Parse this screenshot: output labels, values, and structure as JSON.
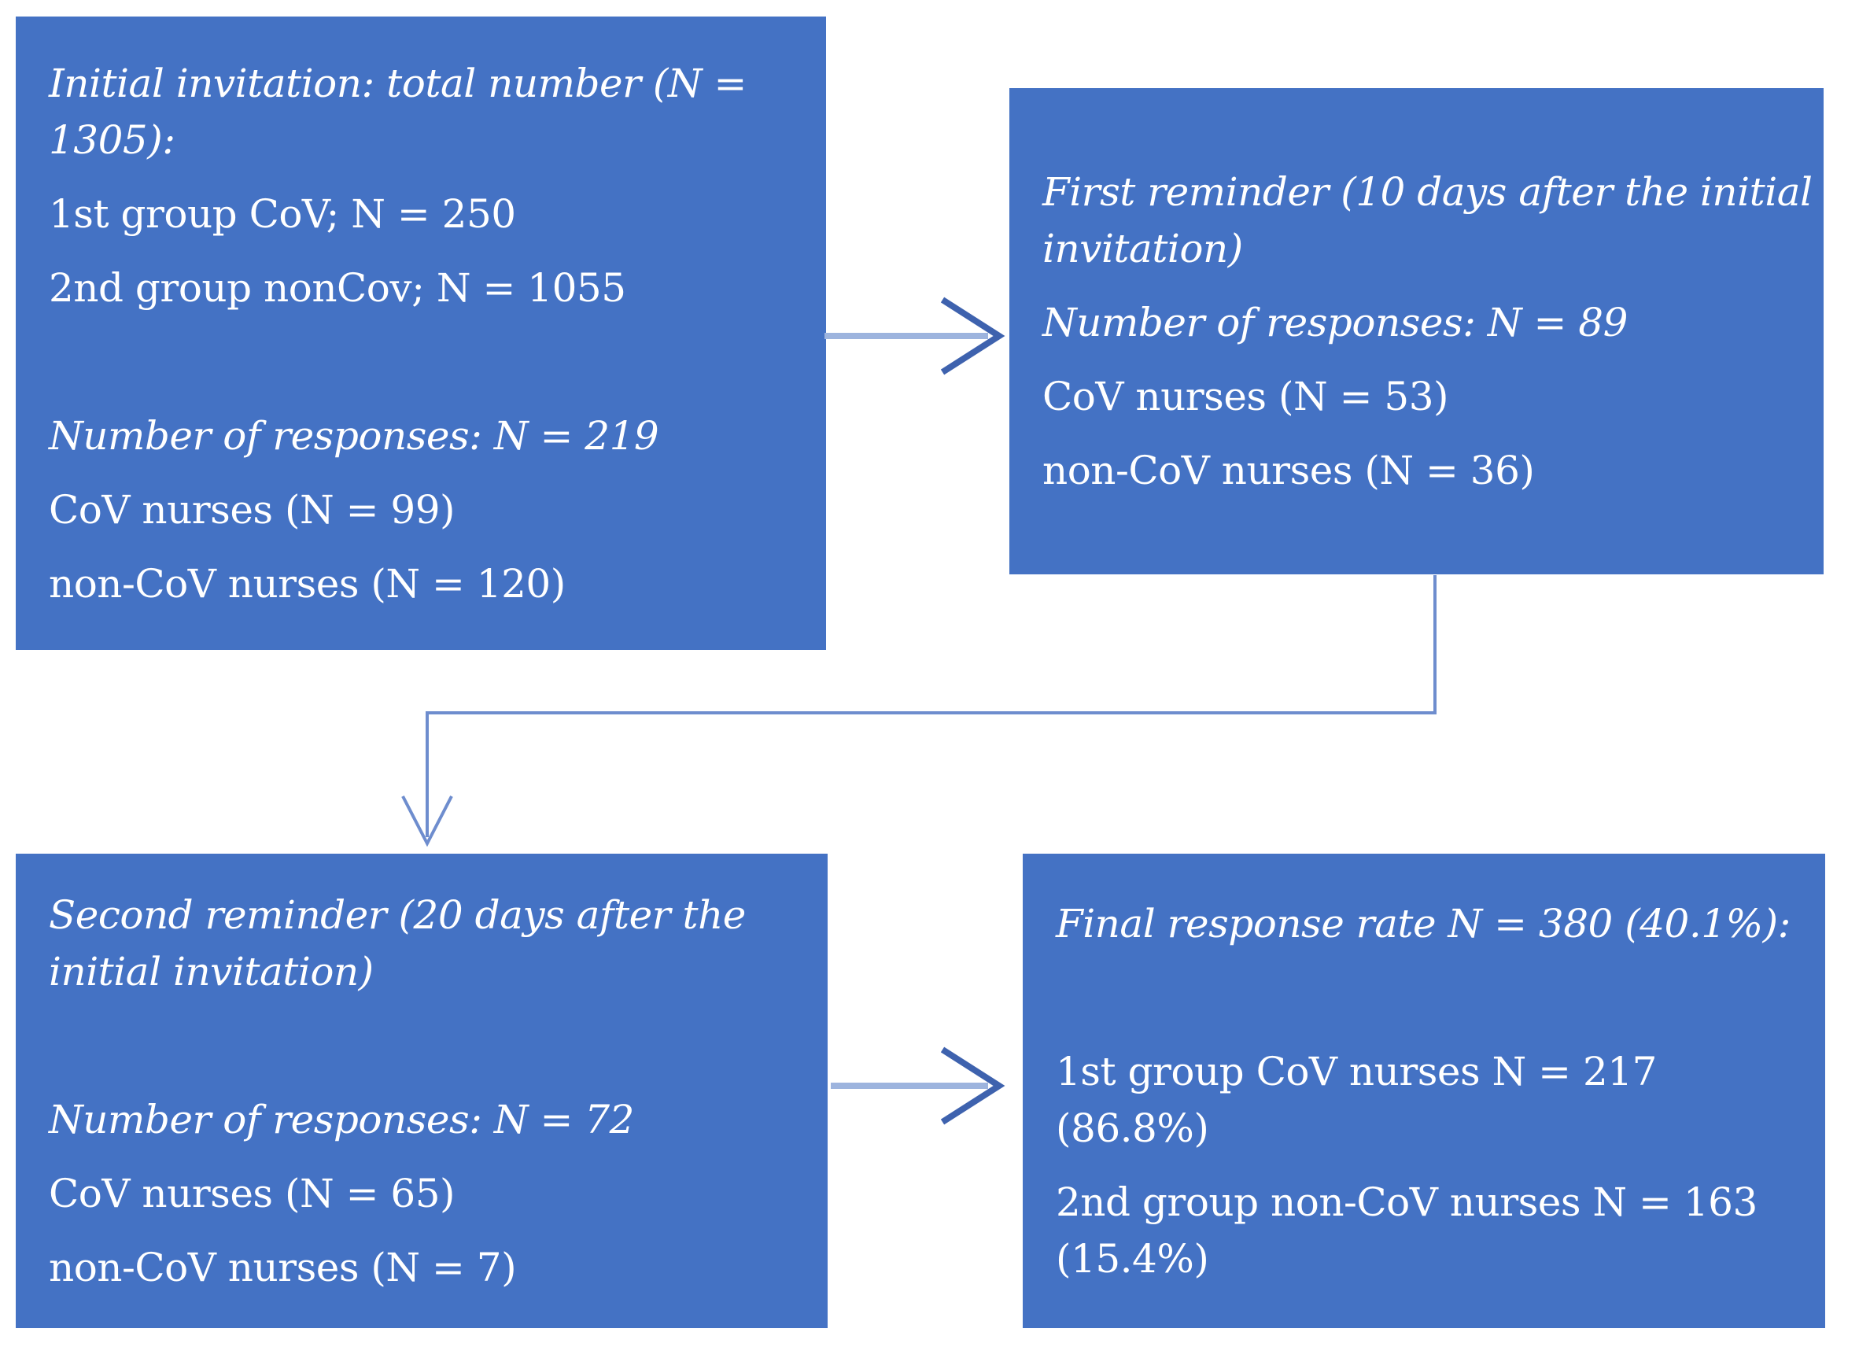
{
  "diagram": {
    "background": "#FFFFFF",
    "colors": {
      "box_fill": "#4472C4",
      "text": "#FFFFFF",
      "arrow_shaft": "#9DB4DE",
      "arrow_head": "#3E62AE",
      "elbow_line": "#6E8DCE"
    },
    "boxes": [
      {
        "id": "initial-invitation",
        "lines": [
          {
            "text": "Initial invitation: total number (N =",
            "italic": true
          },
          {
            "text": "1305):",
            "italic": true,
            "cont": true
          },
          {
            "text": "1st group CoV; N = 250",
            "italic": false
          },
          {
            "text": "2nd group nonCov; N = 1055",
            "italic": false
          },
          {
            "text": "",
            "italic": false
          },
          {
            "text": "Number of responses: N = 219",
            "italic": true
          },
          {
            "text": "CoV nurses (N = 99)",
            "italic": false
          },
          {
            "text": "non-CoV nurses (N = 120)",
            "italic": false
          }
        ]
      },
      {
        "id": "first-reminder",
        "lines": [
          {
            "text": "First reminder (10 days after the initial",
            "italic": true
          },
          {
            "text": "invitation)",
            "italic": true,
            "cont": true
          },
          {
            "text": "Number of responses: N = 89",
            "italic": true
          },
          {
            "text": "CoV nurses (N = 53)",
            "italic": false
          },
          {
            "text": "non-CoV nurses (N = 36)",
            "italic": false
          }
        ]
      },
      {
        "id": "second-reminder",
        "lines": [
          {
            "text": "Second reminder (20 days after the",
            "italic": true
          },
          {
            "text": "initial invitation)",
            "italic": true,
            "cont": true
          },
          {
            "text": "",
            "italic": false
          },
          {
            "text": "Number of responses: N = 72",
            "italic": true
          },
          {
            "text": "CoV nurses (N = 65)",
            "italic": false
          },
          {
            "text": "non-CoV nurses (N = 7)",
            "italic": false
          }
        ]
      },
      {
        "id": "final-response",
        "lines": [
          {
            "text": "Final response rate N = 380 (40.1%):",
            "italic": true
          },
          {
            "text": "",
            "italic": false
          },
          {
            "text": "1st group CoV nurses N = 217",
            "italic": false
          },
          {
            "text": "(86.8%)",
            "italic": false,
            "cont": true
          },
          {
            "text": "2nd group non-CoV nurses N = 163",
            "italic": false
          },
          {
            "text": "(15.4%)",
            "italic": false,
            "cont": true
          }
        ]
      }
    ],
    "connectors": [
      {
        "name": "arrow-initial-to-first-reminder",
        "type": "straight-arrow",
        "from": "initial-invitation",
        "to": "first-reminder"
      },
      {
        "name": "elbow-first-to-second-reminder",
        "type": "elbow-arrow",
        "from": "first-reminder",
        "to": "second-reminder"
      },
      {
        "name": "arrow-second-to-final-response",
        "type": "straight-arrow",
        "from": "second-reminder",
        "to": "final-response"
      }
    ]
  }
}
